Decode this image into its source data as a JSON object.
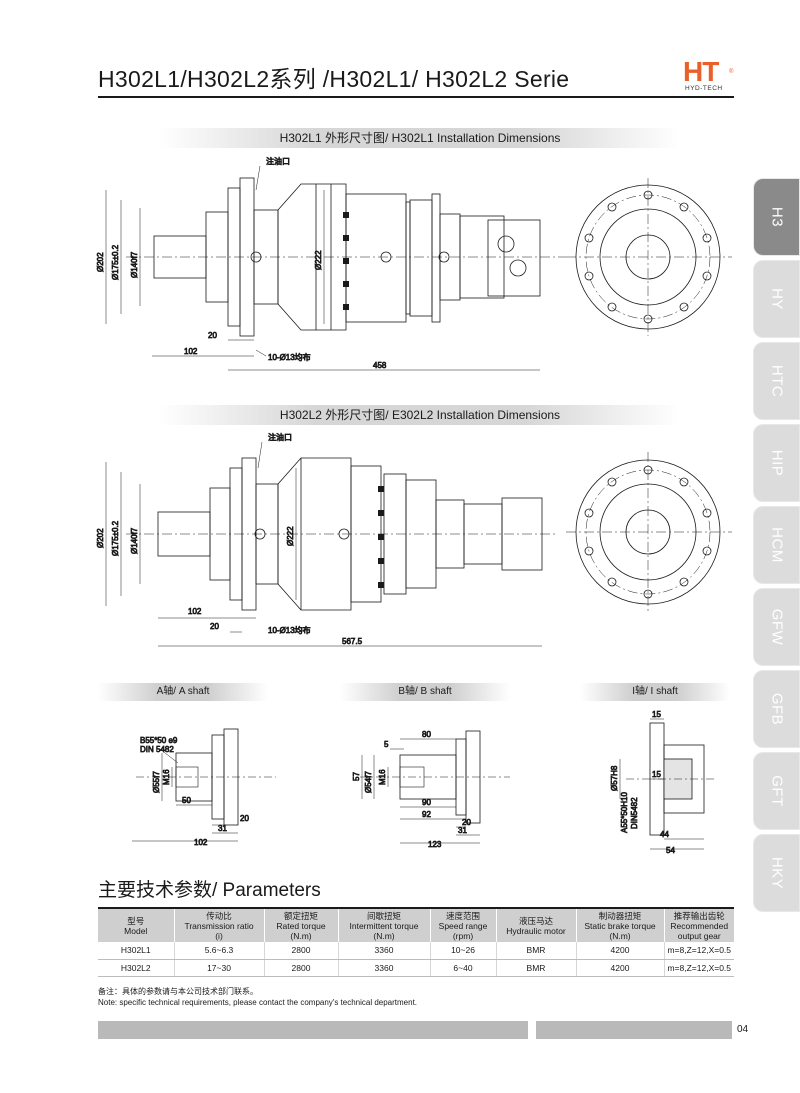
{
  "page_title": "H302L1/H302L2系列 /H302L1/ H302L2 Serie",
  "logo": {
    "text": "HT",
    "subtitle": "HYD-TECH",
    "reg": "®",
    "color": "#e9602b"
  },
  "drawing1": {
    "title": "H302L1 外形尺寸图/ H302L1 Installation Dimensions",
    "labels": {
      "oil": "注油口",
      "d202": "Ø202",
      "d175": "Ø175±0.2",
      "d140": "Ø140f7",
      "d222": "Ø222",
      "d20": "20",
      "d102": "102",
      "holes": "10-Ø13均布",
      "d458": "458"
    }
  },
  "drawing2": {
    "title": "H302L2 外形尺寸图/ E302L2 Installation Dimensions",
    "labels": {
      "oil": "注油口",
      "d202": "Ø202",
      "d175": "Ø175±0.2",
      "d140": "Ø140f7",
      "d222": "Ø222",
      "d102": "102",
      "d20": "20",
      "holes": "10-Ø13均布",
      "d5675": "567.5"
    }
  },
  "shafts": {
    "a": {
      "title": "A轴/ A shaft",
      "spline": "B55*50 e9",
      "din": "DIN 5482",
      "d55": "Ø55f7",
      "m16": "M16",
      "d50": "50",
      "d20": "20",
      "d31": "31",
      "d102": "102"
    },
    "b": {
      "title": "B轴/ B shaft",
      "d80": "80",
      "d5": "5",
      "d57": "57",
      "d54": "Ø54f7",
      "m16": "M16",
      "d90": "90",
      "d92": "92",
      "d20": "20",
      "d31": "31",
      "d123": "123"
    },
    "i": {
      "title": "I轴/ I shaft",
      "d15a": "15",
      "d57": "Ø57H8",
      "d15b": "15",
      "spline": "A55*50H10",
      "din": "DIN5482",
      "d44": "44",
      "d54": "54"
    }
  },
  "side_tabs": [
    {
      "label": "H3",
      "active": true
    },
    {
      "label": "HY",
      "active": false
    },
    {
      "label": "HTC",
      "active": false
    },
    {
      "label": "HIP",
      "active": false
    },
    {
      "label": "HCM",
      "active": false
    },
    {
      "label": "GFW",
      "active": false
    },
    {
      "label": "GFB",
      "active": false
    },
    {
      "label": "GFT",
      "active": false
    },
    {
      "label": "HKY",
      "active": false
    }
  ],
  "params": {
    "title": "主要技术参数/ Parameters",
    "headers": [
      [
        "型号",
        "Model"
      ],
      [
        "传动比",
        "Transmission ratio",
        "(i)"
      ],
      [
        "额定扭矩",
        "Rated torque",
        "(N.m)"
      ],
      [
        "间歇扭矩",
        "Intermittent torque",
        "(N.m)"
      ],
      [
        "速度范围",
        "Speed range",
        "(rpm)"
      ],
      [
        "液压马达",
        "Hydraulic motor"
      ],
      [
        "制动器扭矩",
        "Static brake torque",
        "(N.m)"
      ],
      [
        "推荐输出齿轮",
        "Recommended",
        "output gear"
      ]
    ],
    "rows": [
      [
        "H302L1",
        "5.6~6.3",
        "2800",
        "3360",
        "10~26",
        "BMR",
        "4200",
        "m=8,Z=12,X=0.5"
      ],
      [
        "H302L2",
        "17~30",
        "2800",
        "3360",
        "6~40",
        "BMR",
        "4200",
        "m=8,Z=12,X=0.5"
      ]
    ]
  },
  "notes": {
    "cn": "备注：具体的参数请与本公司技术部门联系。",
    "en": "Note: specific technical requirements, please contact the company's technical department."
  },
  "page_number": "04"
}
